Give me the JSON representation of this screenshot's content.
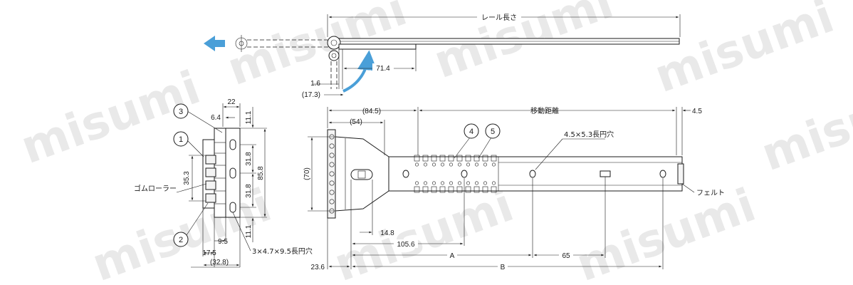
{
  "watermark": {
    "text": "misumi",
    "color": "#e9e9e9"
  },
  "colors": {
    "line": "#1a1a1a",
    "arrow": "#4a9fd8"
  },
  "icons": [
    "direction-arrow-icon",
    "curved-arrow-icon"
  ],
  "top_view": {
    "rail_length_label": "レール長さ",
    "dim_71_4": "71.4",
    "dim_1_6": "1.6",
    "dim_17_3": "(17.3)"
  },
  "side_view": {
    "dim_22": "22",
    "dim_6_4": "6.4",
    "dim_11_1_top": "11.1",
    "dim_31_8_top": "31.8",
    "dim_85_8": "85.8",
    "dim_35_3": "35.3",
    "dim_31_8_bottom": "31.8",
    "dim_11_1_bottom": "11.1",
    "dim_9_5": "9.5",
    "dim_17_5": "17.5",
    "dim_32_8": "(32.8)",
    "rubber_roller_label": "ゴムローラー",
    "slot_label": "3×4.7×9.5長円穴",
    "callout_1": "1",
    "callout_2": "2",
    "callout_3": "3"
  },
  "front_view": {
    "dim_84_5": "(84.5)",
    "dim_54": "(54)",
    "dim_70": "(70)",
    "travel_label": "移動距離",
    "dim_4_5": "4.5",
    "slot_label": "4.5×5.3長円穴",
    "felt_label": "フェルト",
    "dim_14_8": "14.8",
    "dim_105_6": "105.6",
    "dim_A": "A",
    "dim_65": "65",
    "dim_B": "B",
    "dim_23_6": "23.6",
    "callout_4": "4",
    "callout_5": "5"
  }
}
